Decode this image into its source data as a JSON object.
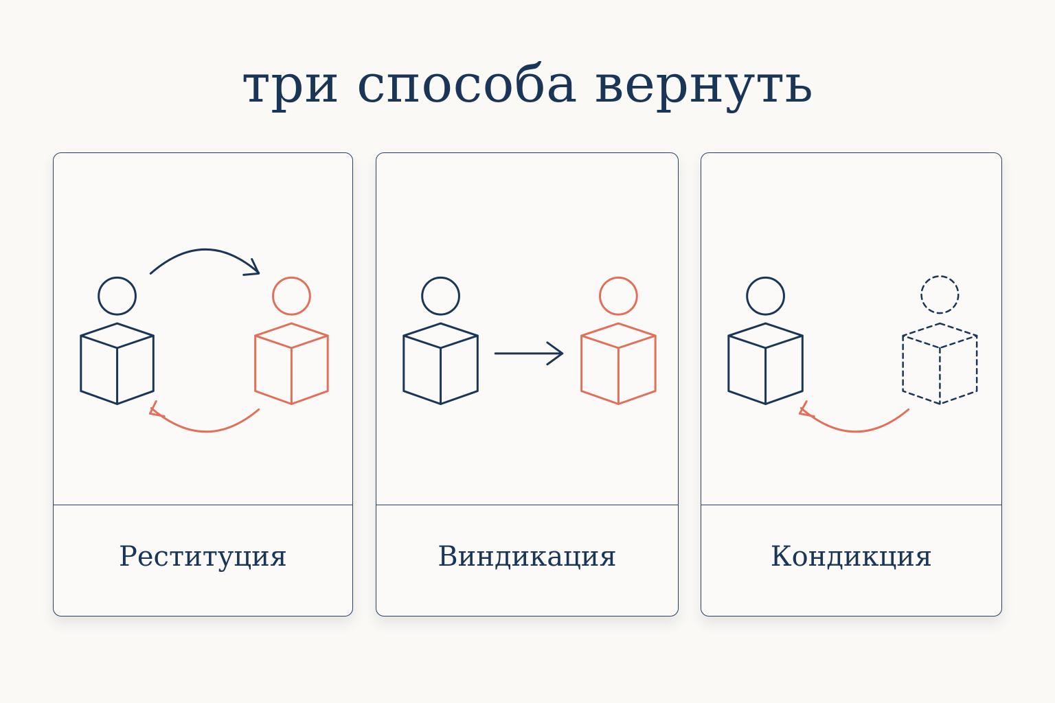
{
  "title": "три способа вернуть",
  "cards": [
    {
      "label": "Реституция",
      "icon": "exchange-diagram"
    },
    {
      "label": "Виндикация",
      "icon": "transfer-diagram"
    },
    {
      "label": "Кондикция",
      "icon": "return-from-absent-diagram"
    }
  ],
  "colors": {
    "navy": "#1b3556",
    "coral": "#e0705a",
    "background": "#faf9f6",
    "border": "#2a3f5f"
  }
}
